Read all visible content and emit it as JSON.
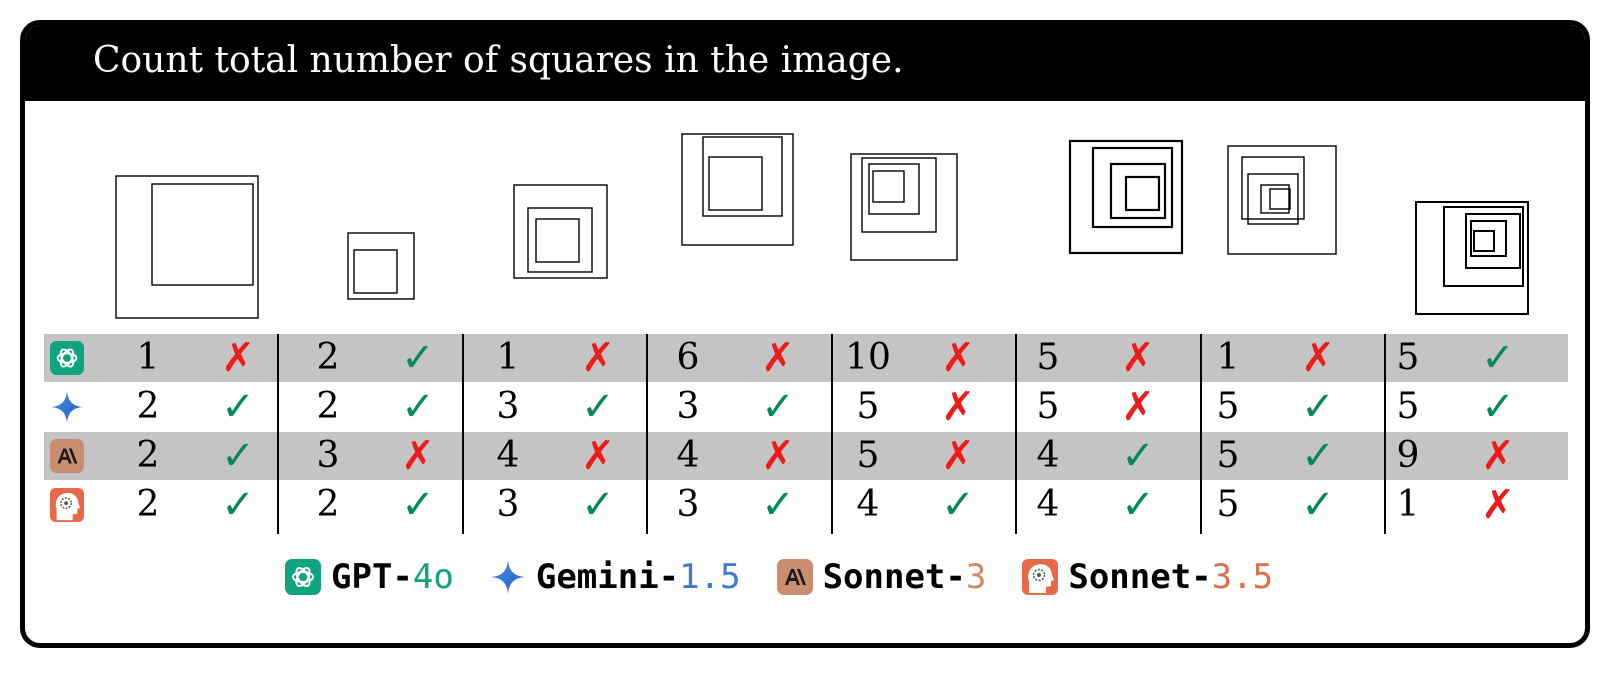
{
  "title": "Count total number of squares in the image.",
  "models": [
    {
      "id": "gpt4o",
      "icon": "openai-icon",
      "base": "GPT-",
      "version": "4o",
      "version_color": "#10a37f"
    },
    {
      "id": "gemini15",
      "icon": "gemini-sparkle-icon",
      "base": "Gemini-",
      "version": "1.5",
      "version_color": "#3b7bd1"
    },
    {
      "id": "sonnet3",
      "icon": "anthropic-icon",
      "base": "Sonnet-",
      "version": "3",
      "version_color": "#cc8b66"
    },
    {
      "id": "sonnet35",
      "icon": "sonnet35-head-icon",
      "base": "Sonnet-",
      "version": "3.5",
      "version_color": "#e06d4a"
    }
  ],
  "colors": {
    "correct": "#05895a",
    "incorrect": "#ee1b1b",
    "row_band": "#c4c4c4",
    "openai": "#10a37f",
    "anthropic": "#c98d6f",
    "sonnet35": "#e8694a"
  },
  "symbols": {
    "correct": "✓",
    "incorrect": "✗"
  },
  "results": [
    [
      {
        "answer": "1",
        "correct": false
      },
      {
        "answer": "2",
        "correct": true
      },
      {
        "answer": "1",
        "correct": false
      },
      {
        "answer": "6",
        "correct": false
      },
      {
        "answer": "10",
        "correct": false
      },
      {
        "answer": "5",
        "correct": false
      },
      {
        "answer": "1",
        "correct": false
      },
      {
        "answer": "5",
        "correct": true
      }
    ],
    [
      {
        "answer": "2",
        "correct": true
      },
      {
        "answer": "2",
        "correct": true
      },
      {
        "answer": "3",
        "correct": true
      },
      {
        "answer": "3",
        "correct": true
      },
      {
        "answer": "5",
        "correct": false
      },
      {
        "answer": "5",
        "correct": false
      },
      {
        "answer": "5",
        "correct": true
      },
      {
        "answer": "5",
        "correct": true
      }
    ],
    [
      {
        "answer": "2",
        "correct": true
      },
      {
        "answer": "3",
        "correct": false
      },
      {
        "answer": "4",
        "correct": false
      },
      {
        "answer": "4",
        "correct": false
      },
      {
        "answer": "5",
        "correct": false
      },
      {
        "answer": "4",
        "correct": true
      },
      {
        "answer": "5",
        "correct": true
      },
      {
        "answer": "9",
        "correct": false
      }
    ],
    [
      {
        "answer": "2",
        "correct": true
      },
      {
        "answer": "2",
        "correct": true
      },
      {
        "answer": "3",
        "correct": true
      },
      {
        "answer": "3",
        "correct": true
      },
      {
        "answer": "4",
        "correct": true
      },
      {
        "answer": "4",
        "correct": true
      },
      {
        "answer": "5",
        "correct": true
      },
      {
        "answer": "1",
        "correct": false
      }
    ]
  ]
}
